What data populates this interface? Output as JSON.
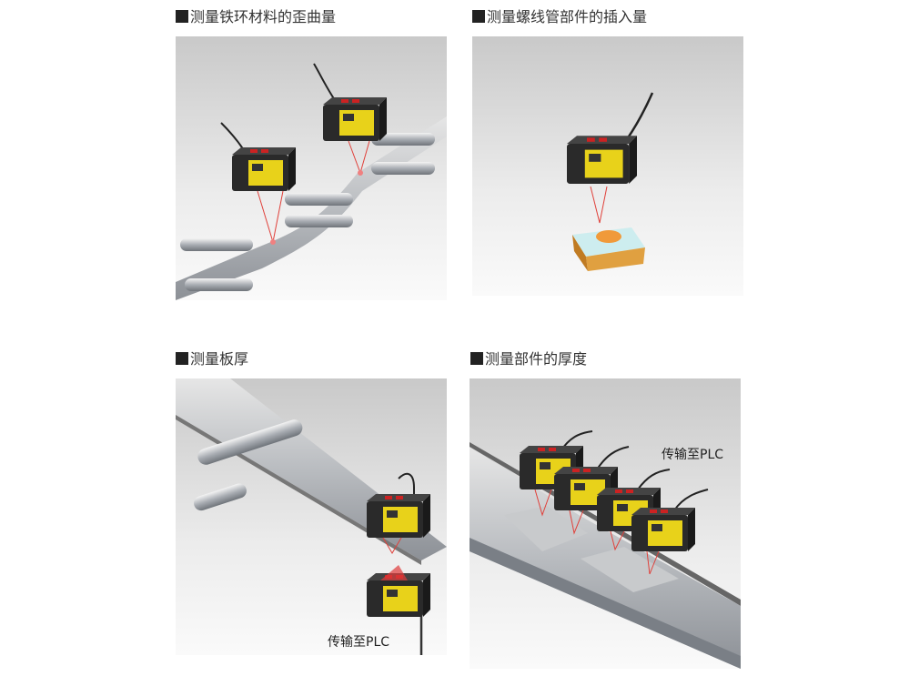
{
  "sections": [
    {
      "title": "测量铁环材料的歪曲量"
    },
    {
      "title": "测量螺线管部件的插入量"
    },
    {
      "title": "测量板厚",
      "annotation": "传输至PLC"
    },
    {
      "title": "测量部件的厚度",
      "annotation": "传输至PLC"
    }
  ],
  "colors": {
    "laser": "#e0403a",
    "label": "#e8d21a",
    "sensor": "#2a2a2a"
  }
}
